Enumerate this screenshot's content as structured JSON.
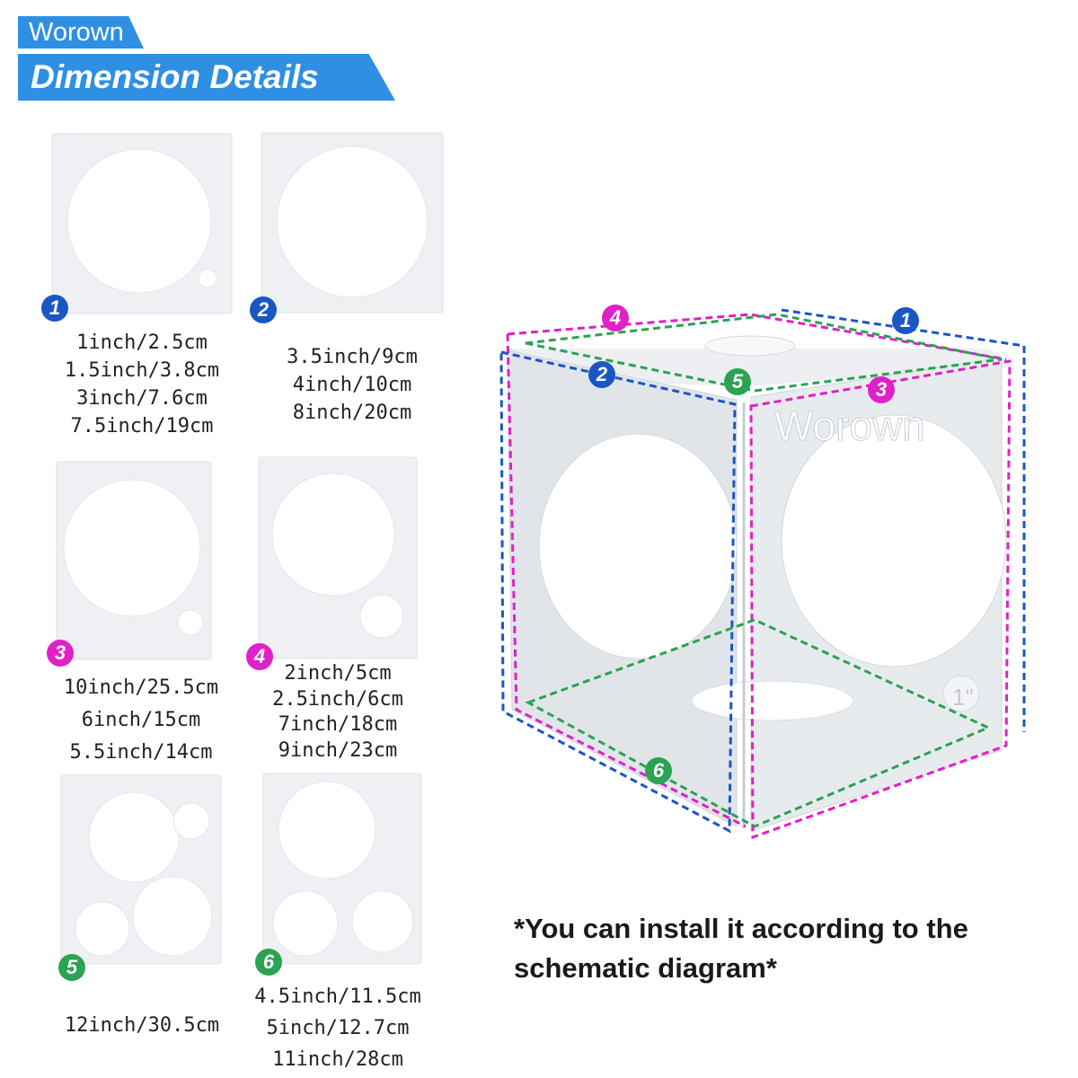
{
  "brand": "Worown",
  "title": "Dimension Details",
  "colors": {
    "blue": "#1a56c4",
    "magenta": "#e020c8",
    "green": "#2aa352",
    "title_bg": "#2f8fe3"
  },
  "panels": [
    {
      "number": "1",
      "color": "#1a56c4",
      "sizes": [
        "1inch/2.5cm",
        "1.5inch/3.8cm",
        "3inch/7.6cm",
        "7.5inch/19cm"
      ]
    },
    {
      "number": "2",
      "color": "#1a56c4",
      "sizes": [
        "3.5inch/9cm",
        "4inch/10cm",
        "8inch/20cm"
      ]
    },
    {
      "number": "3",
      "color": "#e020c8",
      "sizes": [
        "10inch/25.5cm",
        "6inch/15cm",
        "5.5inch/14cm"
      ]
    },
    {
      "number": "4",
      "color": "#e020c8",
      "sizes": [
        "2inch/5cm",
        "2.5inch/6cm",
        "7inch/18cm",
        "9inch/23cm"
      ]
    },
    {
      "number": "5",
      "color": "#2aa352",
      "sizes": [
        "12inch/30.5cm"
      ]
    },
    {
      "number": "6",
      "color": "#2aa352",
      "sizes": [
        "4.5inch/11.5cm",
        "5inch/12.7cm",
        "11inch/28cm"
      ]
    }
  ],
  "cube": {
    "brand": "Worown",
    "labels": [
      {
        "number": "4",
        "color": "#e020c8"
      },
      {
        "number": "1",
        "color": "#1a56c4"
      },
      {
        "number": "2",
        "color": "#1a56c4"
      },
      {
        "number": "5",
        "color": "#2aa352"
      },
      {
        "number": "3",
        "color": "#e020c8"
      },
      {
        "number": "6",
        "color": "#2aa352"
      }
    ],
    "mark_label": "1\""
  },
  "note": {
    "line1": "*You can install it according to the",
    "line2": "schematic diagram*"
  }
}
